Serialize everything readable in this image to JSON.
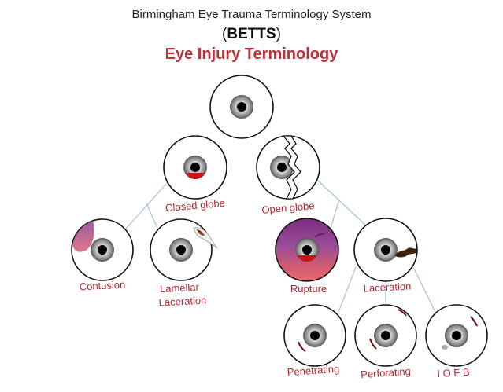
{
  "header": {
    "title": "Birmingham Eye Trauma Terminology System",
    "acronym_open": "(",
    "acronym": "BETTS",
    "acronym_close": ")",
    "subtitle": "Eye Injury Terminology"
  },
  "nodes": {
    "closed_globe": "Closed globe",
    "open_globe": "Open globe",
    "contusion": "Contusion",
    "lamellar_1": "Lamellar",
    "lamellar_2": "Laceration",
    "rupture": "Rupture",
    "laceration": "Laceration",
    "penetrating": "Penetrating",
    "perforating": "Perforating",
    "iofb": "I O F B"
  },
  "colors": {
    "label": "#a82a35",
    "title_accent": "#b8333b",
    "connector": "#a9c7d6"
  }
}
